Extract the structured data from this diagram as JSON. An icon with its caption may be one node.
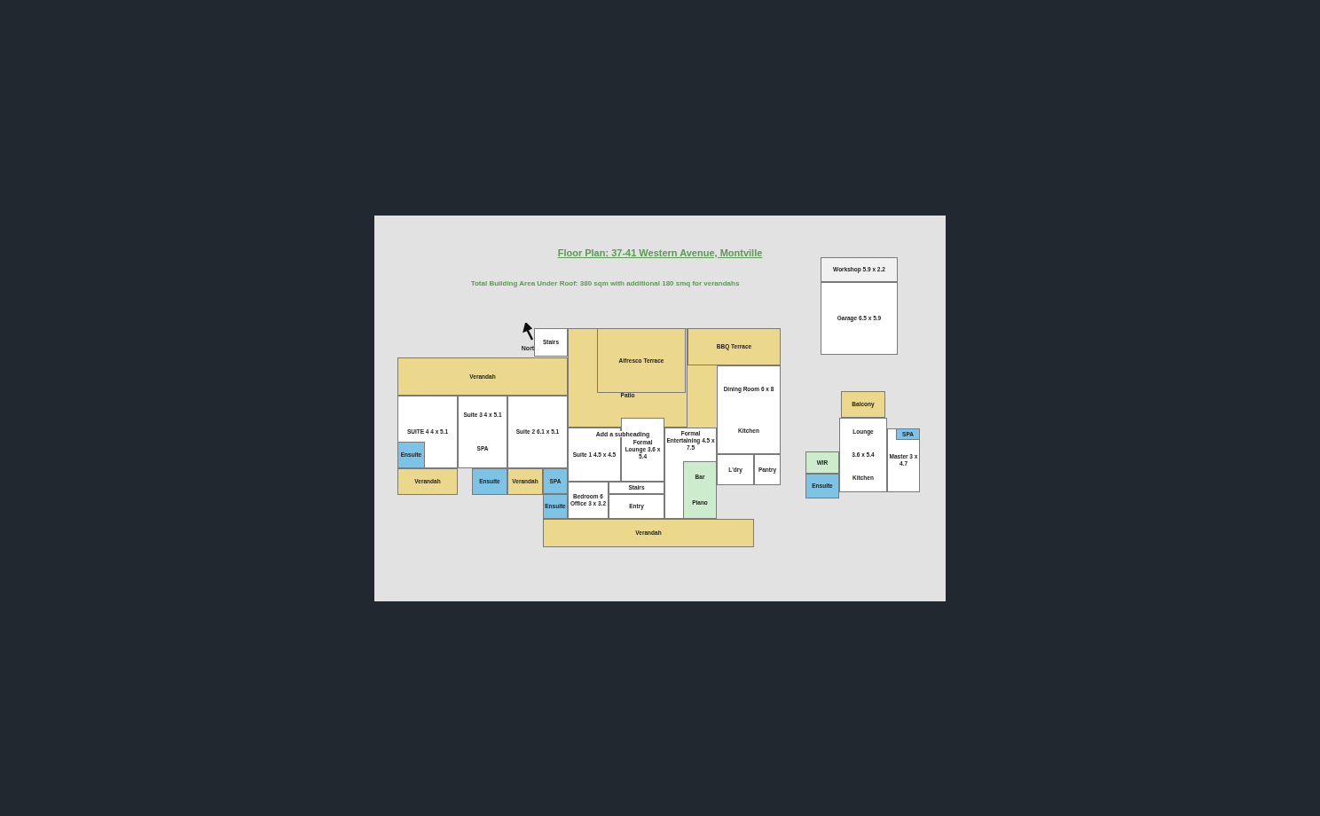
{
  "diagram": {
    "title": "Floor Plan: 37-41 Western Avenue, Montville",
    "nodes": [
      {
        "text": [
          "Workshop 5.9 x 2.2"
        ]
      },
      {
        "text": [
          "Garage 6.5 x 5.9"
        ]
      },
      {
        "text": [
          "Stairs"
        ]
      },
      {
        "text": [
          "Patio"
        ]
      },
      {
        "text": [
          "Alfresco Terrace"
        ],
        "in": 3
      },
      {
        "text": [
          "BBQ Terrace"
        ]
      },
      {
        "text": [
          "Verandah"
        ]
      },
      {
        "text": [
          "SUITE 4 4 x 5.1"
        ]
      },
      {
        "text": [
          "Ensuite"
        ],
        "in": 7
      },
      {
        "text": [
          "Suite 3 4 x 5.1",
          "SPA"
        ]
      },
      {
        "text": [
          "Suite 2 6.1 x 5.1"
        ]
      },
      {
        "text": [
          "Dining Room 6 x 8",
          "Kitchen"
        ]
      },
      {
        "text": [
          "Suite 1 4.5 x 4.5"
        ]
      },
      {
        "text": [
          "Formal Lounge 3.6 x 5.4"
        ]
      },
      {
        "text": [
          "Formal Entertaining 4.5 x 7.5"
        ]
      },
      {
        "text": [
          "Bar",
          "Piano"
        ],
        "in": 14
      },
      {
        "text": [
          "L'dry"
        ]
      },
      {
        "text": [
          "Pantry"
        ]
      },
      {
        "text": [
          "Verandah"
        ]
      },
      {
        "text": [
          "Ensuite"
        ]
      },
      {
        "text": [
          "Verandah"
        ]
      },
      {
        "text": [
          "SPA"
        ]
      },
      {
        "text": [
          "Ensuite"
        ]
      },
      {
        "text": [
          "Bedroom 6 Office 3 x 3.2"
        ]
      },
      {
        "text": [
          "Stairs"
        ]
      },
      {
        "text": [
          "Entry"
        ]
      },
      {
        "text": [
          "Verandah"
        ]
      },
      {
        "text": [
          "Balcony"
        ]
      },
      {
        "text": [
          "Lounge",
          "3.6 x 5.4",
          "Kitchen"
        ]
      },
      {
        "text": [
          "Master 3 x 4.7"
        ]
      },
      {
        "text": [
          "SPA"
        ],
        "in": 29
      },
      {
        "text": [
          "WIR"
        ]
      },
      {
        "text": [
          "Ensuite"
        ]
      }
    ],
    "labels": [
      "Total Building Area Under Roof: 380 sqm with additional 180 smq for verandahs",
      "Nort",
      "Add a subheading"
    ]
  }
}
